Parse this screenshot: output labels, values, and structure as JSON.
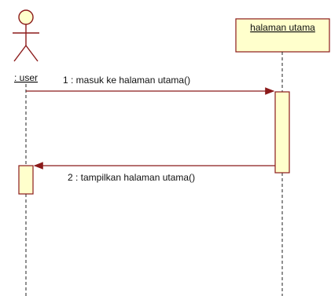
{
  "actor": {
    "label": ": user"
  },
  "object": {
    "label": "halaman utama"
  },
  "messages": [
    {
      "label": "1 : masuk ke halaman utama()",
      "direction": "to-object"
    },
    {
      "label": "2 : tampilkan halaman utama()",
      "direction": "to-actor"
    }
  ],
  "colors": {
    "arrow": "#8b1a1a",
    "box_fill": "#ffffcc",
    "box_stroke": "#8b1a1a",
    "actor_stroke": "#8b1a1a",
    "lifeline": "#222222"
  }
}
